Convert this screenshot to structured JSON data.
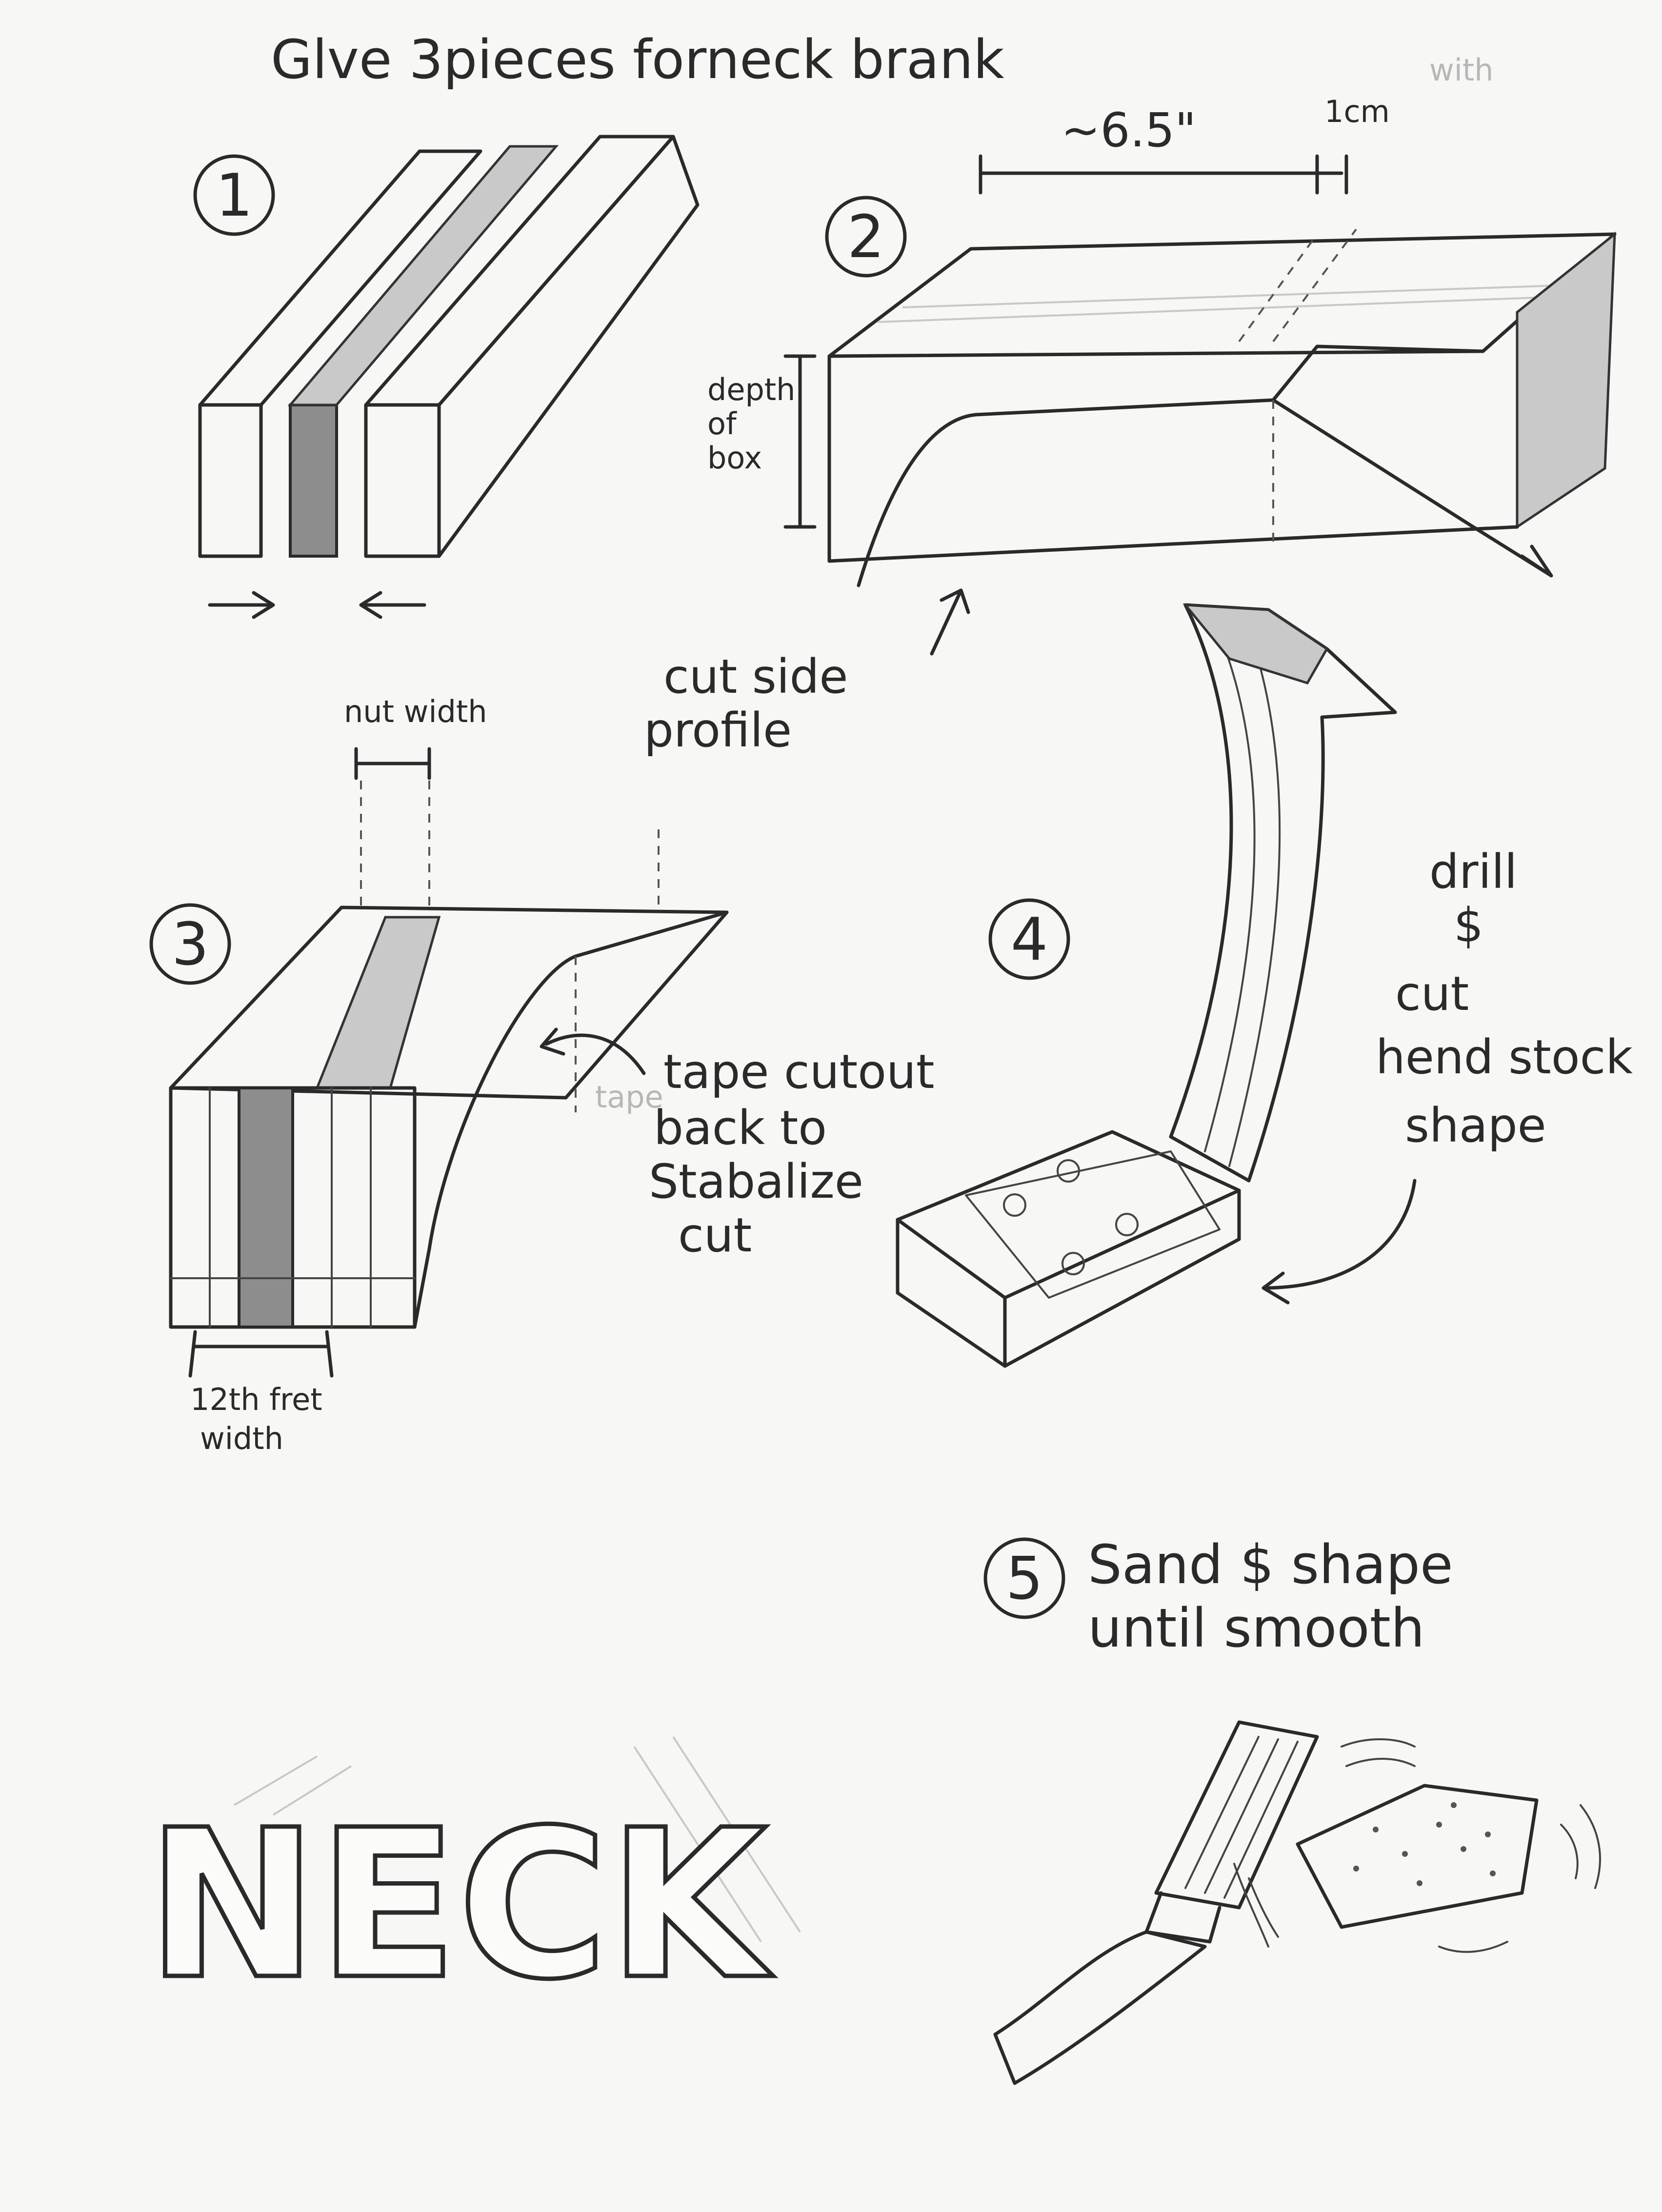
{
  "title": "Glve 3pieces forneck brank",
  "watermark": "with",
  "step1": {
    "number": "1"
  },
  "step2": {
    "number": "2",
    "length_label": "~6.5\"",
    "cm_label": "1cm",
    "depth_label": [
      "depth",
      "of",
      "box"
    ],
    "cut_label": [
      "cut side",
      "profile"
    ]
  },
  "step3": {
    "number": "3",
    "nut_label": "nut width",
    "tape_label": [
      "tape cutout",
      "back to",
      "Stabalize",
      "cut"
    ],
    "faint_tape": "tape",
    "fret_label": [
      "12th fret",
      "width"
    ]
  },
  "step4": {
    "number": "4",
    "label": [
      "drill",
      "$",
      "cut",
      "hend stock",
      "shape"
    ]
  },
  "step5": {
    "number": "5",
    "label": [
      "Sand $ shape",
      "until  smooth"
    ]
  },
  "logo_word": "NECK"
}
